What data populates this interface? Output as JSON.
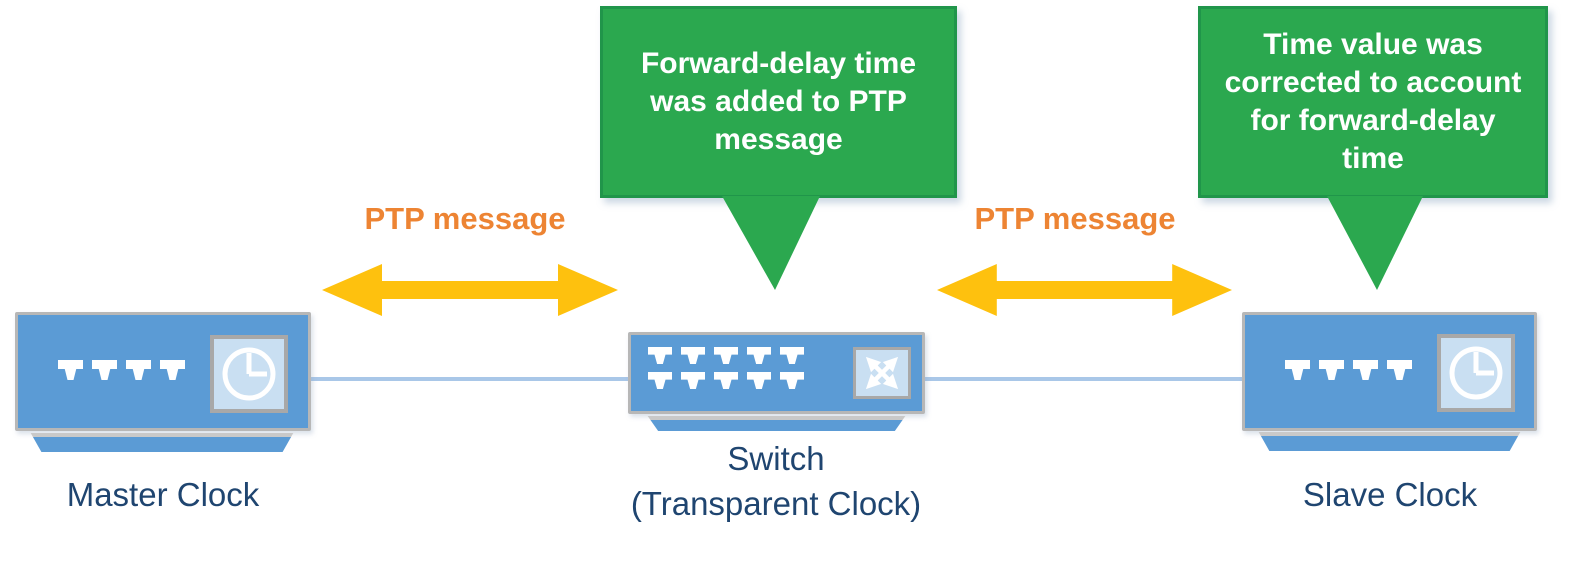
{
  "diagram": {
    "callouts": [
      {
        "text": "Forward-delay time was added to PTP message",
        "lines": [
          "Forward-delay time",
          "was added to PTP",
          "message"
        ]
      },
      {
        "text": "Time value was corrected to account for forward-delay time",
        "lines": [
          "Time value was",
          "corrected to account",
          "for forward-delay",
          "time"
        ]
      }
    ],
    "links": [
      {
        "label": "PTP message"
      },
      {
        "label": "PTP message"
      }
    ],
    "devices": [
      {
        "name": "Master Clock"
      },
      {
        "name": "Switch",
        "subtitle": "(Transparent Clock)"
      },
      {
        "name": "Slave Clock"
      }
    ]
  },
  "icons": {
    "clock": "clock-icon",
    "crossed_arrows": "crossed-arrows-icon",
    "ethernet_port": "ethernet-port-icon",
    "double_arrow": "double-headed-arrow-icon"
  },
  "colors": {
    "callout_green": "#2BA84F",
    "callout_border_green": "#20954A",
    "callout_text_white": "#FFFFFF",
    "arrow_yellow": "#FEC10E",
    "ptp_label_orange": "#ED8433",
    "device_blue": "#5B9BD5",
    "device_border_gray": "#B7B7B7",
    "icon_panel_blue": "#C9DFF2",
    "link_line_blue": "#A9C7E8",
    "label_navy": "#1F4570"
  }
}
